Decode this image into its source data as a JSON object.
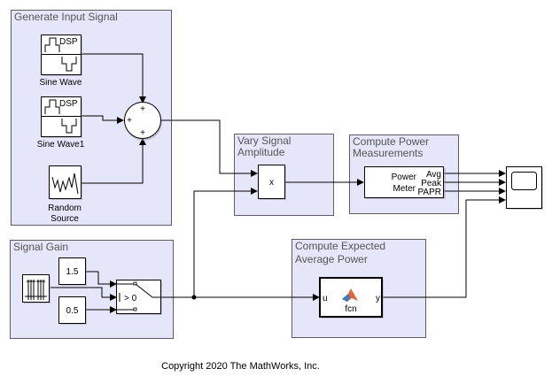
{
  "areas": {
    "generate": "Generate Input Signal",
    "gain": "Signal Gain",
    "vary": [
      "Vary Signal",
      "Amplitude"
    ],
    "power": [
      "Compute Power",
      "Measurements"
    ],
    "expected": [
      "Compute Expected",
      "Average Power"
    ]
  },
  "blocks": {
    "sine1": {
      "label": "Sine Wave",
      "icon_text": "DSP"
    },
    "sine2": {
      "label": "Sine Wave1",
      "icon_text": "DSP"
    },
    "random": {
      "label": [
        "Random",
        "Source"
      ]
    },
    "sum": {
      "signs": [
        "+",
        "+",
        "+"
      ]
    },
    "const1": {
      "value": "1.5"
    },
    "const2": {
      "value": "0.5"
    },
    "switch": {
      "criterion": "> 0"
    },
    "product": {
      "symbol": "x"
    },
    "power_meter": {
      "name": [
        "Power",
        "Meter"
      ],
      "outputs": [
        "Avg",
        "Peak",
        "PAPR"
      ]
    },
    "fcn": {
      "name": "fcn",
      "input": "u",
      "output": "y"
    }
  },
  "footer": {
    "copyright": "Copyright 2020 The MathWorks, Inc."
  }
}
